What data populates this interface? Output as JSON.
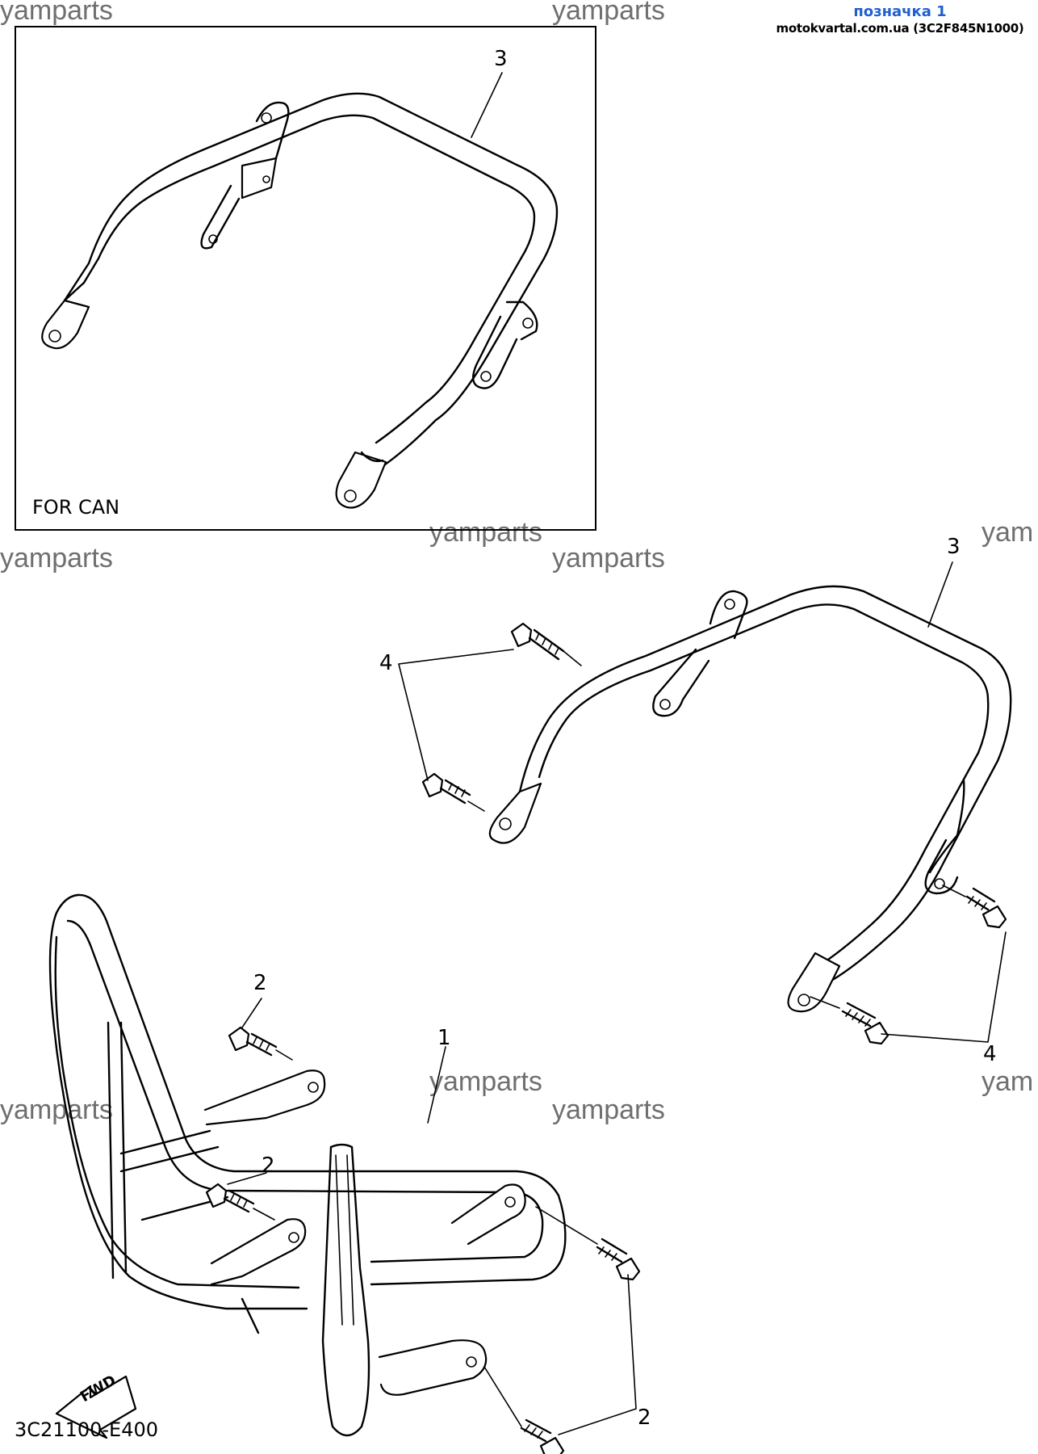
{
  "header": {
    "label": "позначка 1",
    "source": "motokvartal.com.ua (3C2F845N1000)"
  },
  "watermark": "yamparts",
  "watermark_partial": "yam",
  "inset": {
    "caption": "FOR CAN"
  },
  "callouts": {
    "part_1": "1",
    "part_2": "2",
    "part_3": "3",
    "part_4": "4"
  },
  "fwd_label": "FWD",
  "diagram_code": "3C21100-E400",
  "colors": {
    "header_label": "#1f5fd0",
    "watermark": "#6f6f6f",
    "lines": "#000000"
  }
}
